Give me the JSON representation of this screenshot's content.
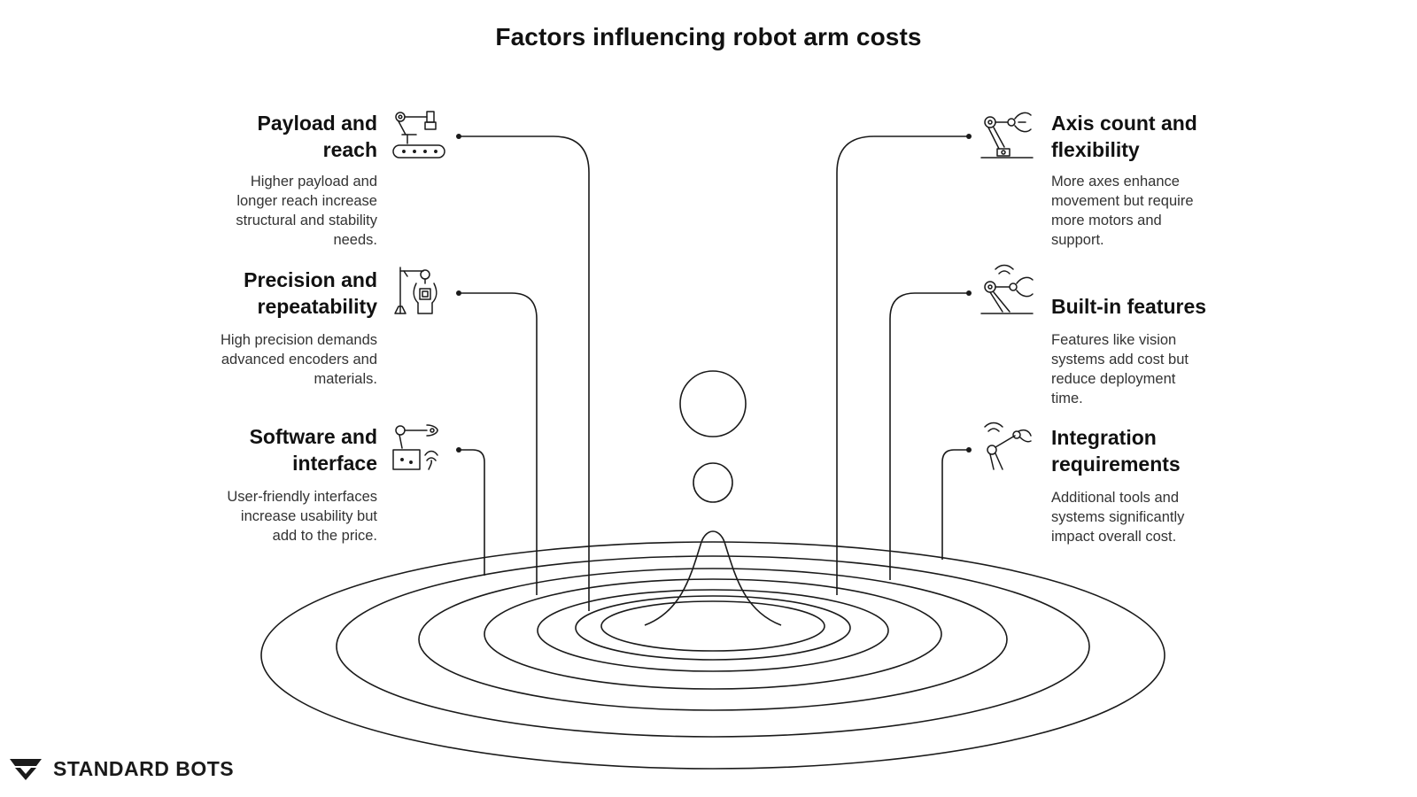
{
  "title": "Factors influencing robot arm costs",
  "factors": {
    "payload": {
      "title_line1": "Payload and",
      "title_line2": "reach",
      "desc_lines": [
        "Higher payload and",
        "longer reach increase",
        "structural and stability",
        "needs."
      ],
      "icon": "conveyor-robot-arm-icon"
    },
    "precision": {
      "title_line1": "Precision and",
      "title_line2": "repeatability",
      "desc_lines": [
        "High precision demands",
        "advanced encoders and",
        "materials."
      ],
      "icon": "precision-robot-gripper-icon"
    },
    "software": {
      "title_line1": "Software and",
      "title_line2": "interface",
      "desc_lines": [
        "User-friendly interfaces",
        "increase usability but",
        "add to the price."
      ],
      "icon": "robot-arm-controller-icon"
    },
    "axis": {
      "title_line1": "Axis count and",
      "title_line2": "flexibility",
      "desc_lines": [
        "More axes enhance",
        "movement but require",
        "more motors and",
        "support."
      ],
      "icon": "multi-axis-robot-arm-icon"
    },
    "builtin": {
      "title_line1": "Built-in features",
      "desc_lines": [
        "Features like vision",
        "systems add cost but",
        "reduce deployment",
        "time."
      ],
      "icon": "wireless-robot-arm-icon"
    },
    "integration": {
      "title_line1": "Integration",
      "title_line2": "requirements",
      "desc_lines": [
        "Additional tools and",
        "systems significantly",
        "impact overall cost."
      ],
      "icon": "connected-robot-arm-icon"
    }
  },
  "brand": {
    "name": "STANDARD BOTS",
    "logo": "standard-bots-logo"
  },
  "colors": {
    "ink": "#111111",
    "text_secondary": "#333333",
    "background": "#ffffff"
  }
}
